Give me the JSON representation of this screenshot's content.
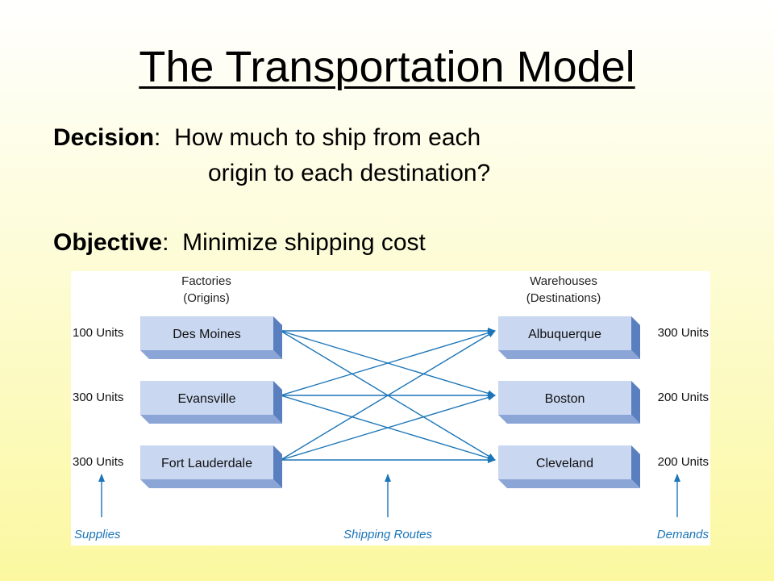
{
  "title": "The Transportation Model",
  "decision": {
    "label": "Decision",
    "line1": "How much to ship from each",
    "line2": "origin to each destination?"
  },
  "objective": {
    "label": "Objective",
    "text": "Minimize shipping cost"
  },
  "diagram": {
    "origins_header": [
      "Factories",
      "(Origins)"
    ],
    "destinations_header": [
      "Warehouses",
      "(Destinations)"
    ],
    "origins": [
      {
        "name": "Des Moines",
        "supply": "100 Units"
      },
      {
        "name": "Evansville",
        "supply": "300 Units"
      },
      {
        "name": "Fort Lauderdale",
        "supply": "300 Units"
      }
    ],
    "destinations": [
      {
        "name": "Albuquerque",
        "demand": "300 Units"
      },
      {
        "name": "Boston",
        "demand": "200 Units"
      },
      {
        "name": "Cleveland",
        "demand": "200 Units"
      }
    ],
    "footer": {
      "supplies": "Supplies",
      "routes": "Shipping Routes",
      "demands": "Demands"
    },
    "colors": {
      "box_face": "#c9d7f1",
      "box_side": "#5a7fbf",
      "box_bottom": "#8aa5d6",
      "arrow": "#1b75b8",
      "footer_text": "#1b75b8"
    }
  }
}
